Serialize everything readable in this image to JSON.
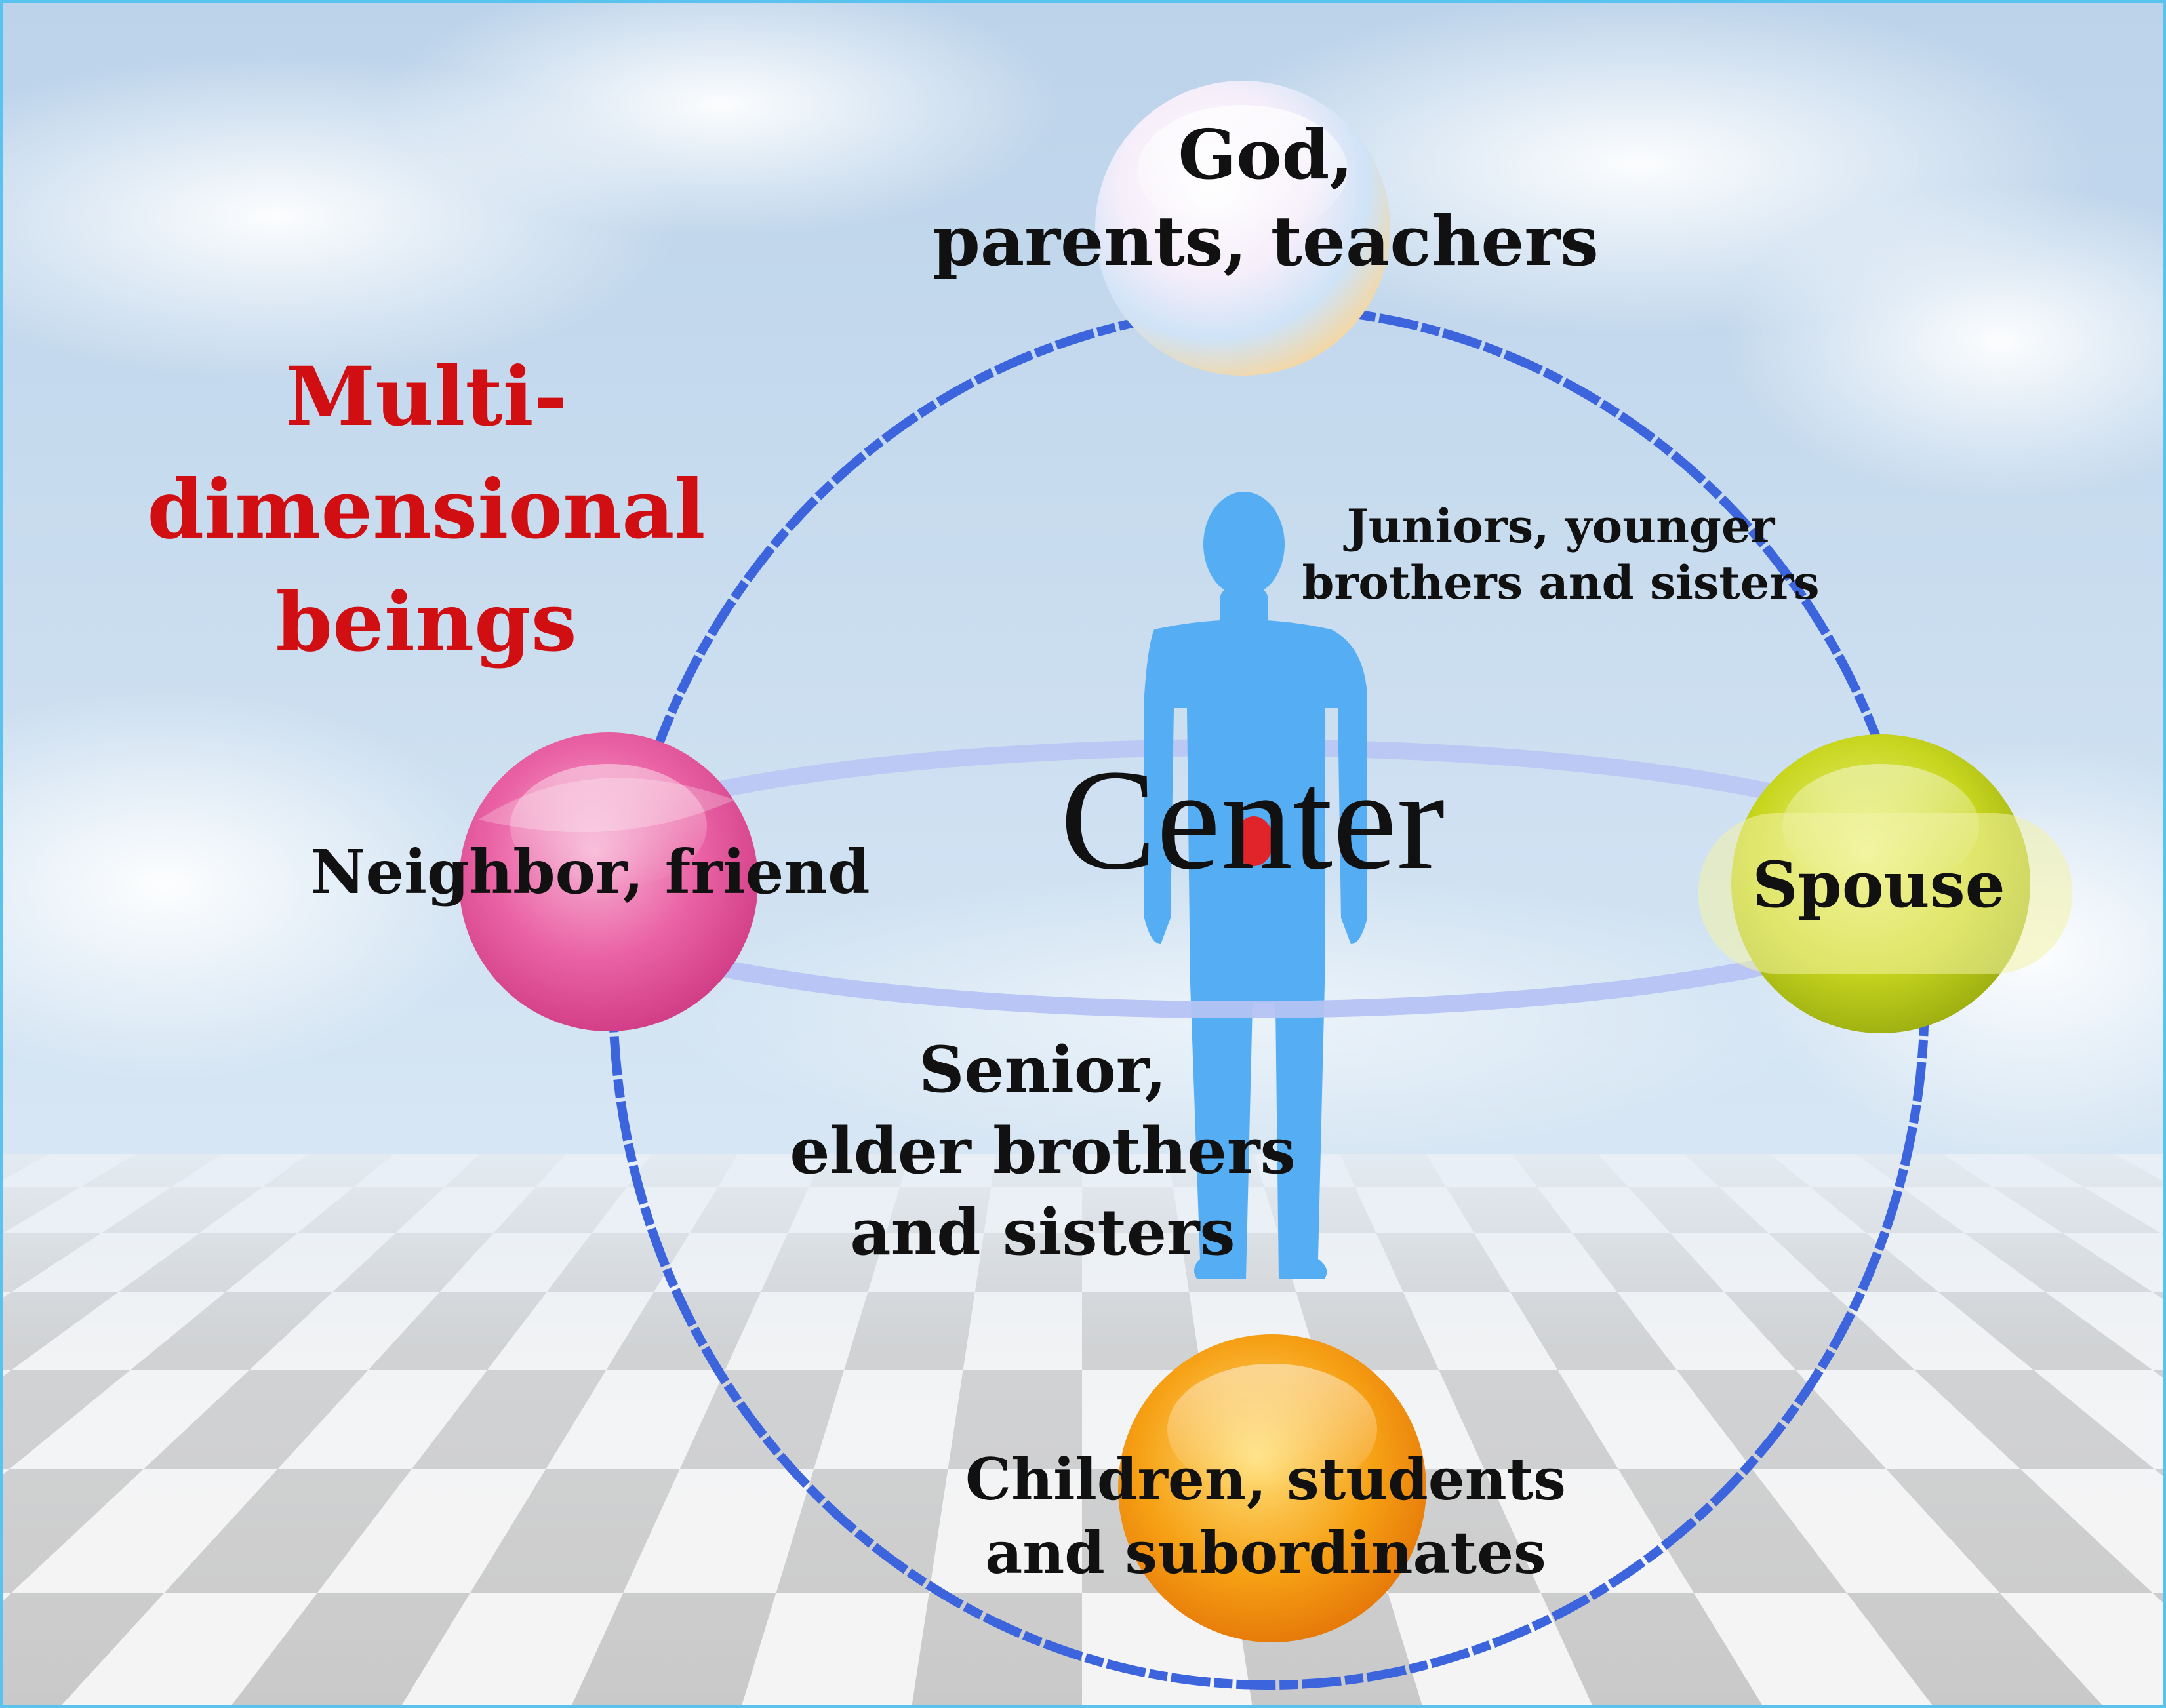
{
  "diagram": {
    "title_line1": "Multi-dimensional",
    "title_line2": "beings",
    "center": "Center",
    "nodes": {
      "top": {
        "line1": "God,",
        "line2": "parents, teachers",
        "color": "#e8e4f2"
      },
      "left": {
        "line1": "Neighbor, friend",
        "color": "#e8559c"
      },
      "right": {
        "line1": "Spouse",
        "color": "#c2d21c"
      },
      "bottom": {
        "line1": "Children, students",
        "line2": "and subordinates",
        "color": "#f5960c"
      }
    },
    "relations": {
      "juniors": {
        "line1": "Juniors, younger",
        "line2": "brothers and sisters"
      },
      "seniors": {
        "line1": "Senior,",
        "line2": "elder brothers",
        "line3": "and sisters"
      }
    },
    "colors": {
      "title": "#d10f12",
      "outer_ring": "#3c64dc",
      "inner_ring": "#b8c4f4",
      "figure": "#55aef3",
      "heart": "#e0242a",
      "sky": "#c9ddee",
      "floor_dark": "#c9c9c9",
      "floor_light": "#f4f4f4",
      "frame": "#59c2ee"
    }
  }
}
